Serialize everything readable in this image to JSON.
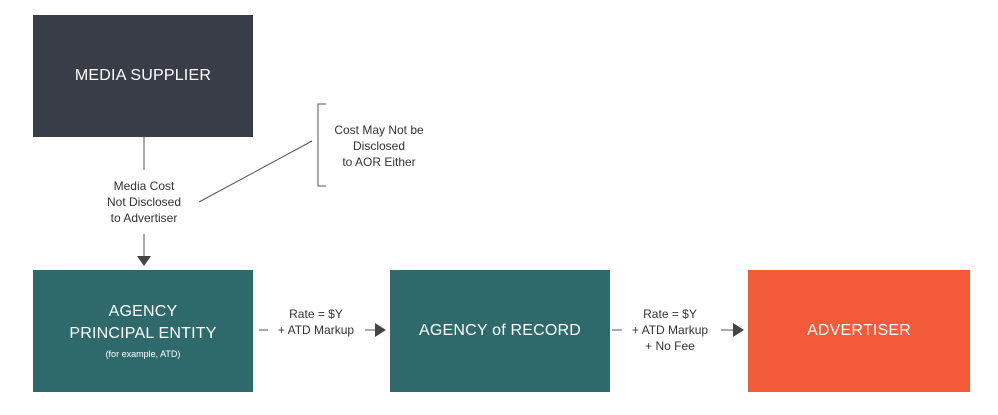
{
  "colors": {
    "media_supplier": "#383d47",
    "agency_teal": "#2e6a6b",
    "advertiser": "#f25a3a",
    "connector": "#555555"
  },
  "boxes": {
    "media_supplier": {
      "title": "MEDIA SUPPLIER"
    },
    "principal_entity": {
      "title_line1": "AGENCY",
      "title_line2": "PRINCIPAL ENTITY",
      "subtitle": "(for example, ATD)"
    },
    "agency_of_record": {
      "title": "AGENCY of RECORD"
    },
    "advertiser": {
      "title": "ADVERTISER"
    }
  },
  "labels": {
    "media_cost": [
      "Media Cost",
      "Not Disclosed",
      "to Advertiser"
    ],
    "cost_disclosure": [
      "Cost May Not be",
      "Disclosed",
      "to AOR Either"
    ],
    "rate_to_aor": [
      "Rate = $Y",
      "+ ATD Markup"
    ],
    "rate_to_advertiser": [
      "Rate = $Y",
      "+ ATD Markup",
      "+ No Fee"
    ]
  }
}
